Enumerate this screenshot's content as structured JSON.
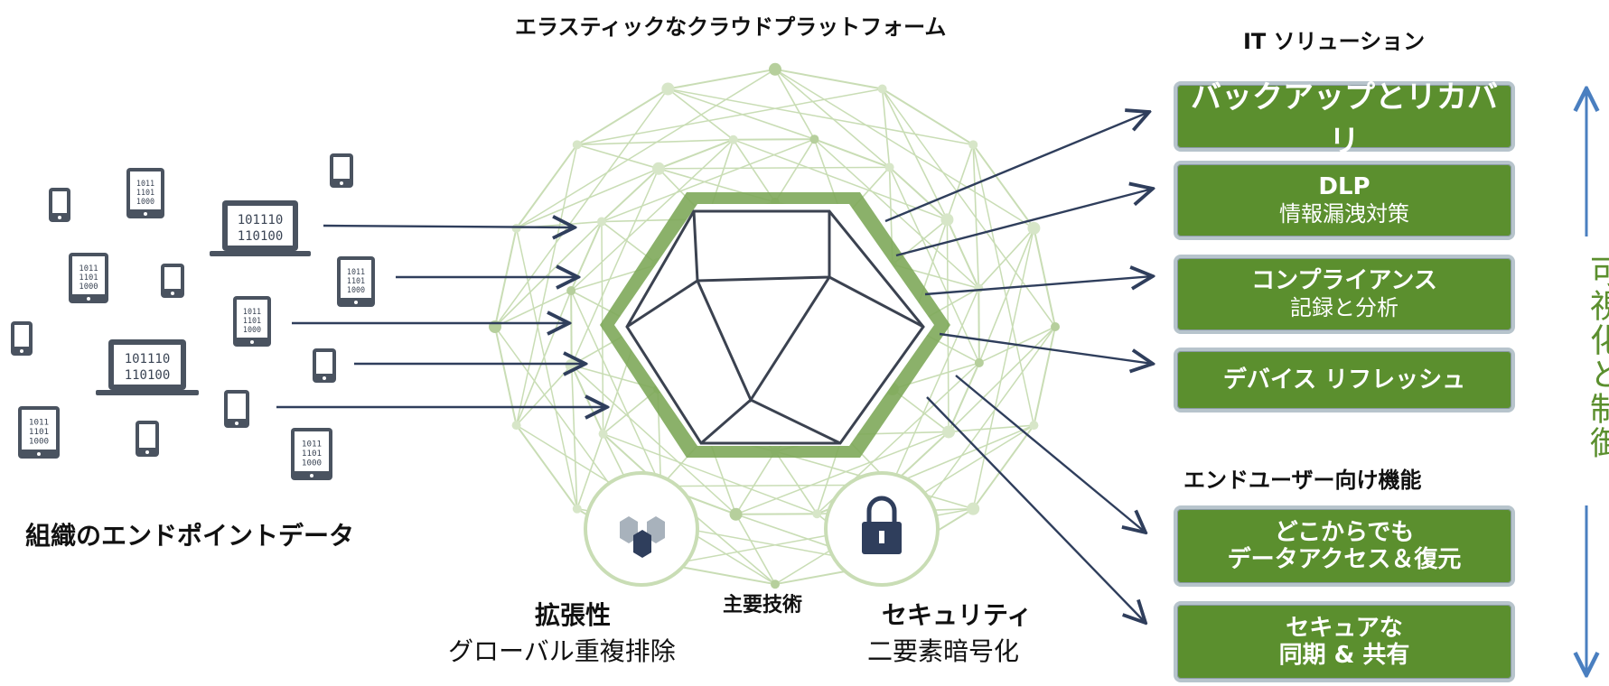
{
  "titles": {
    "cloud": "エラスティックなクラウドプラットフォーム",
    "it_solutions": "IT ソリューション",
    "end_user": "エンドユーザー向け機能",
    "endpoint_data": "組織のエンドポイントデータ",
    "core_tech": "主要技術"
  },
  "it_boxes": [
    {
      "line1": "バックアップとリカバリ",
      "line2": ""
    },
    {
      "line1": "DLP",
      "line2": "情報漏洩対策"
    },
    {
      "line1": "コンプライアンス",
      "line2": "記録と分析"
    },
    {
      "line1": "デバイス リフレッシュ",
      "line2": ""
    }
  ],
  "user_boxes": [
    {
      "line1": "どこからでも",
      "line2": "データアクセス＆復元"
    },
    {
      "line1": "セキュアな",
      "line2": "同期 & 共有"
    }
  ],
  "side_label": "可視化と制御",
  "features": {
    "scale_title": "拡張性",
    "scale_sub": "グローバル重複排除",
    "security_title": "セキュリティ",
    "security_sub": "二要素暗号化"
  },
  "device_text": {
    "laptop_line1": "101110",
    "laptop_line2": "110100",
    "tablet_line1": "1011",
    "tablet_line2": "1101",
    "tablet_line3": "1000"
  },
  "colors": {
    "green": "#5b8f2e",
    "mesh": "#c9ddb5",
    "arrow": "#2f3e5c",
    "side_arrow": "#4a7fc0"
  }
}
